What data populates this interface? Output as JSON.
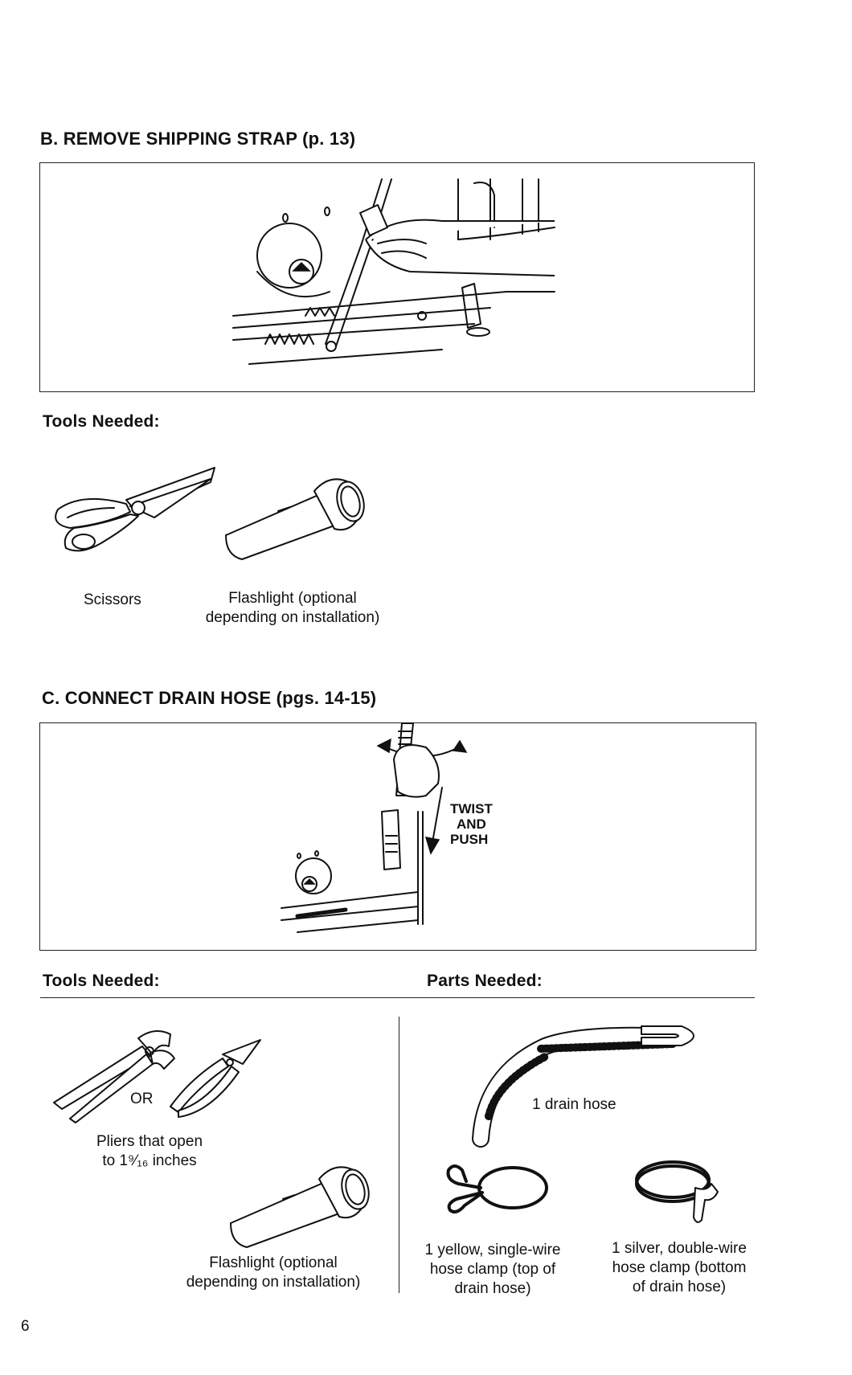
{
  "section_b": {
    "heading": "B. REMOVE SHIPPING STRAP (p. 13)",
    "tools_heading": "Tools Needed:",
    "tools": [
      {
        "icon": "scissors-icon",
        "label": "Scissors"
      },
      {
        "icon": "flashlight-icon",
        "label_line1": "Flashlight (optional",
        "label_line2": "depending on installation)"
      }
    ]
  },
  "section_c": {
    "heading": "C. CONNECT DRAIN HOSE (pgs. 14-15)",
    "illustration_text": [
      "TWIST",
      "AND",
      "PUSH"
    ],
    "tools_heading": "Tools Needed:",
    "parts_heading": "Parts Needed:",
    "tools": [
      {
        "icon": "pliers-icon",
        "or_label": "OR",
        "label_line1": "Pliers that open",
        "label_line2": "to 1⁹⁄₁₆ inches"
      },
      {
        "icon": "flashlight-icon",
        "label_line1": "Flashlight (optional",
        "label_line2": "depending on installation)"
      }
    ],
    "parts": [
      {
        "icon": "drain-hose-icon",
        "label": "1 drain hose"
      },
      {
        "icon": "single-wire-clamp-icon",
        "label_line1": "1 yellow, single-wire",
        "label_line2": "hose clamp (top of",
        "label_line3": "drain hose)"
      },
      {
        "icon": "double-wire-clamp-icon",
        "label_line1": "1 silver, double-wire",
        "label_line2": "hose clamp (bottom",
        "label_line3": "of drain hose)"
      }
    ]
  },
  "page_number": "6"
}
